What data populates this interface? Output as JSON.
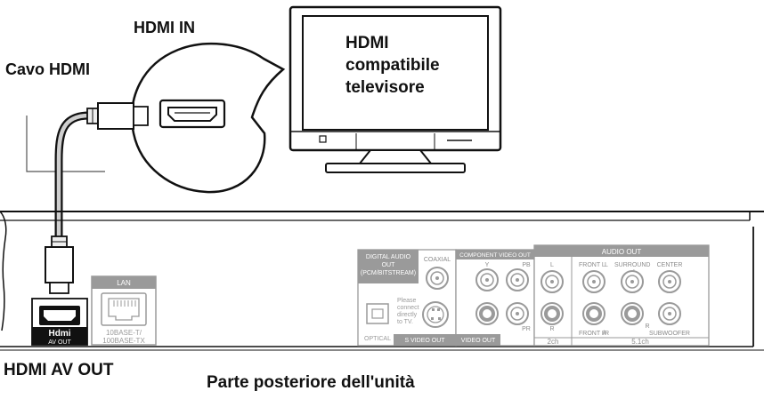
{
  "labels": {
    "hdmi_in": "HDMI IN",
    "hdmi_cable": "Cavo HDMI",
    "tv_line1": "HDMI",
    "tv_line2": "compatibile",
    "tv_line3": "televisore",
    "hdmi_av_out": "HDMI AV OUT",
    "rear_panel": "Parte posteriore dell'unità"
  },
  "panel": {
    "digital_audio_l1": "DIGITAL AUDIO",
    "digital_audio_l2": "OUT",
    "digital_audio_l3": "(PCM/BITSTREAM)",
    "coaxial": "COAXIAL",
    "optical": "OPTICAL",
    "please_l1": "Please",
    "please_l2": "connect",
    "please_l3": "directly",
    "please_l4": "to TV.",
    "s_video_out": "S VIDEO OUT",
    "video_out": "VIDEO OUT",
    "component_video_out": "COMPONENT VIDEO OUT",
    "y": "Y",
    "pb": "PB",
    "pr": "PR",
    "audio_out": "AUDIO OUT",
    "l": "L",
    "r": "R",
    "front_l": "FRONT L",
    "small_l": "L",
    "surround": "SURROUND",
    "surround_l": "L",
    "center": "CENTER",
    "front_r": "FRONT R",
    "small_r": "/R",
    "surround_r": "R",
    "subwoofer": "SUBWOOFER",
    "ch2": "2ch",
    "ch51": "5.1ch",
    "lan": "LAN",
    "lan_spec1": "10BASE-T/",
    "lan_spec2": "100BASE-TX",
    "hdmi_logo": "Hdmi",
    "av_out": "AV OUT"
  },
  "colors": {
    "outline": "#111111",
    "panel_gray": "#9a9a9a",
    "panel_light": "#c8c8c8",
    "jack_orange": "#e07b2a"
  },
  "icons": [
    "hdmi-port-icon",
    "tv-icon",
    "hdmi-connector-icon",
    "rca-jack-icon",
    "s-video-jack-icon",
    "optical-jack-icon",
    "lan-jack-icon"
  ]
}
